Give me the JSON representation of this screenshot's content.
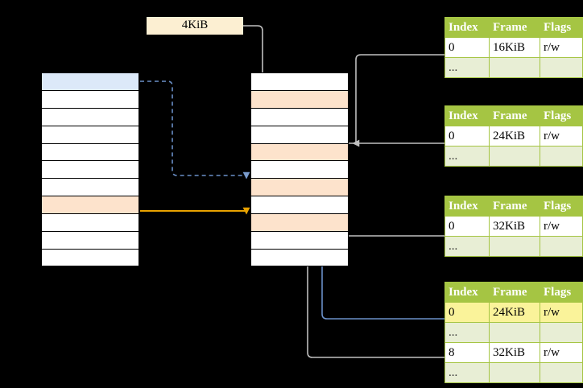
{
  "diagram": {
    "title_label": "4KiB",
    "colors": {
      "table_header_green": "#A5C543",
      "table_alt_row": "#E8EED5",
      "highlight_yellow": "#FAF39A",
      "memory_orange": "#FDE3CC",
      "memory_blue": "#DCE9F9",
      "label_cream": "#FCEFD2",
      "arrow_orange": "#E8A200",
      "arrow_blue": "#6A8FC7",
      "connector_gray": "#BFBFBF",
      "background": "#000000"
    },
    "left_stack": {
      "name": "virtual-address-space",
      "row_count": 11,
      "rows": [
        {
          "index": 0,
          "fill": "blue"
        },
        {
          "index": 1,
          "fill": "white"
        },
        {
          "index": 2,
          "fill": "white"
        },
        {
          "index": 3,
          "fill": "white"
        },
        {
          "index": 4,
          "fill": "white"
        },
        {
          "index": 5,
          "fill": "white"
        },
        {
          "index": 6,
          "fill": "white"
        },
        {
          "index": 7,
          "fill": "orange"
        },
        {
          "index": 8,
          "fill": "white"
        },
        {
          "index": 9,
          "fill": "white"
        },
        {
          "index": 10,
          "fill": "white"
        }
      ]
    },
    "middle_stack": {
      "name": "physical-memory",
      "row_count": 11,
      "rows": [
        {
          "index": 0,
          "fill": "white"
        },
        {
          "index": 1,
          "fill": "orange"
        },
        {
          "index": 2,
          "fill": "white"
        },
        {
          "index": 3,
          "fill": "white"
        },
        {
          "index": 4,
          "fill": "orange"
        },
        {
          "index": 5,
          "fill": "white"
        },
        {
          "index": 6,
          "fill": "orange"
        },
        {
          "index": 7,
          "fill": "white"
        },
        {
          "index": 8,
          "fill": "orange"
        },
        {
          "index": 9,
          "fill": "white"
        },
        {
          "index": 10,
          "fill": "white"
        }
      ]
    },
    "tables": [
      {
        "name": "page-table-1",
        "headers": [
          "Index",
          "Frame",
          "Flags"
        ],
        "rows": [
          {
            "cells": [
              "0",
              "16KiB",
              "r/w"
            ],
            "style": "normal",
            "highlight": false
          },
          {
            "cells": [
              "...",
              "",
              ""
            ],
            "style": "dim",
            "highlight": false
          }
        ]
      },
      {
        "name": "page-table-2",
        "headers": [
          "Index",
          "Frame",
          "Flags"
        ],
        "rows": [
          {
            "cells": [
              "0",
              "24KiB",
              "r/w"
            ],
            "style": "normal",
            "highlight": false
          },
          {
            "cells": [
              "...",
              "",
              ""
            ],
            "style": "dim",
            "highlight": false
          }
        ]
      },
      {
        "name": "page-table-3",
        "headers": [
          "Index",
          "Frame",
          "Flags"
        ],
        "rows": [
          {
            "cells": [
              "0",
              "32KiB",
              "r/w"
            ],
            "style": "normal",
            "highlight": false
          },
          {
            "cells": [
              "...",
              "",
              ""
            ],
            "style": "dim",
            "highlight": false
          }
        ]
      },
      {
        "name": "page-table-4",
        "headers": [
          "Index",
          "Frame",
          "Flags"
        ],
        "rows": [
          {
            "cells": [
              "0",
              "24KiB",
              "r/w"
            ],
            "style": "normal",
            "highlight": true
          },
          {
            "cells": [
              "...",
              "",
              ""
            ],
            "style": "dim",
            "highlight": false
          },
          {
            "cells": [
              "8",
              "32KiB",
              "r/w"
            ],
            "style": "normal",
            "highlight": false
          },
          {
            "cells": [
              "...",
              "",
              ""
            ],
            "style": "dim",
            "highlight": false
          }
        ]
      }
    ]
  }
}
